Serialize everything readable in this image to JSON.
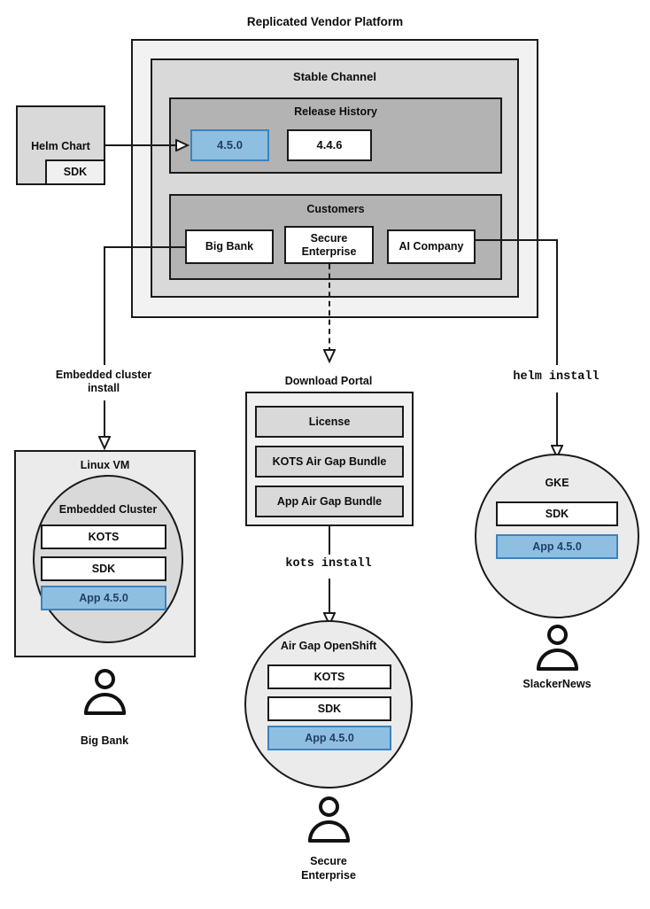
{
  "diagram": {
    "title": "Replicated Vendor Platform",
    "platform": {
      "channel_title": "Stable Channel",
      "release_history": {
        "title": "Release History",
        "releases": [
          {
            "version": "4.5.0",
            "highlighted": true
          },
          {
            "version": "4.4.6",
            "highlighted": false
          }
        ]
      },
      "customers": {
        "title": "Customers",
        "items": [
          {
            "name": "Big Bank"
          },
          {
            "name": "Secure\nEnterprise"
          },
          {
            "name": "AI Company"
          }
        ]
      }
    },
    "helm_chart": {
      "title": "Helm Chart",
      "sdk_label": "SDK"
    },
    "edges": [
      {
        "label": "Embedded cluster\ninstall",
        "style": "solid"
      },
      {
        "label": "kots install",
        "style": "solid",
        "mono": true
      },
      {
        "label": "helm install",
        "style": "solid",
        "mono": true
      }
    ],
    "targets": {
      "linux_vm": {
        "title": "Linux VM",
        "cluster_title": "Embedded Cluster",
        "components": [
          {
            "label": "KOTS",
            "highlighted": false
          },
          {
            "label": "SDK",
            "highlighted": false
          },
          {
            "label": "App 4.5.0",
            "highlighted": true
          }
        ],
        "customer": "Big Bank"
      },
      "download_portal": {
        "title": "Download Portal",
        "items": [
          {
            "label": "License"
          },
          {
            "label": "KOTS Air Gap Bundle"
          },
          {
            "label": "App Air Gap Bundle"
          }
        ]
      },
      "air_gap_openshift": {
        "title": "Air Gap OpenShift",
        "components": [
          {
            "label": "KOTS",
            "highlighted": false
          },
          {
            "label": "SDK",
            "highlighted": false
          },
          {
            "label": "App 4.5.0",
            "highlighted": true
          }
        ],
        "customer": "Secure\nEnterprise"
      },
      "gke": {
        "title": "GKE",
        "components": [
          {
            "label": "SDK",
            "highlighted": false
          },
          {
            "label": "App 4.5.0",
            "highlighted": true
          }
        ],
        "customer": "SlackerNews"
      }
    },
    "colors": {
      "highlight_fill": "#8fbfe0",
      "highlight_border": "#3c82bd",
      "highlight_text": "#1f3f68",
      "stroke": "#1a1a1a",
      "shade_outer": "#f2f2f2",
      "shade_mid": "#d9d9d9",
      "shade_inner": "#b3b3b3",
      "shade_light": "#ebebeb"
    }
  }
}
